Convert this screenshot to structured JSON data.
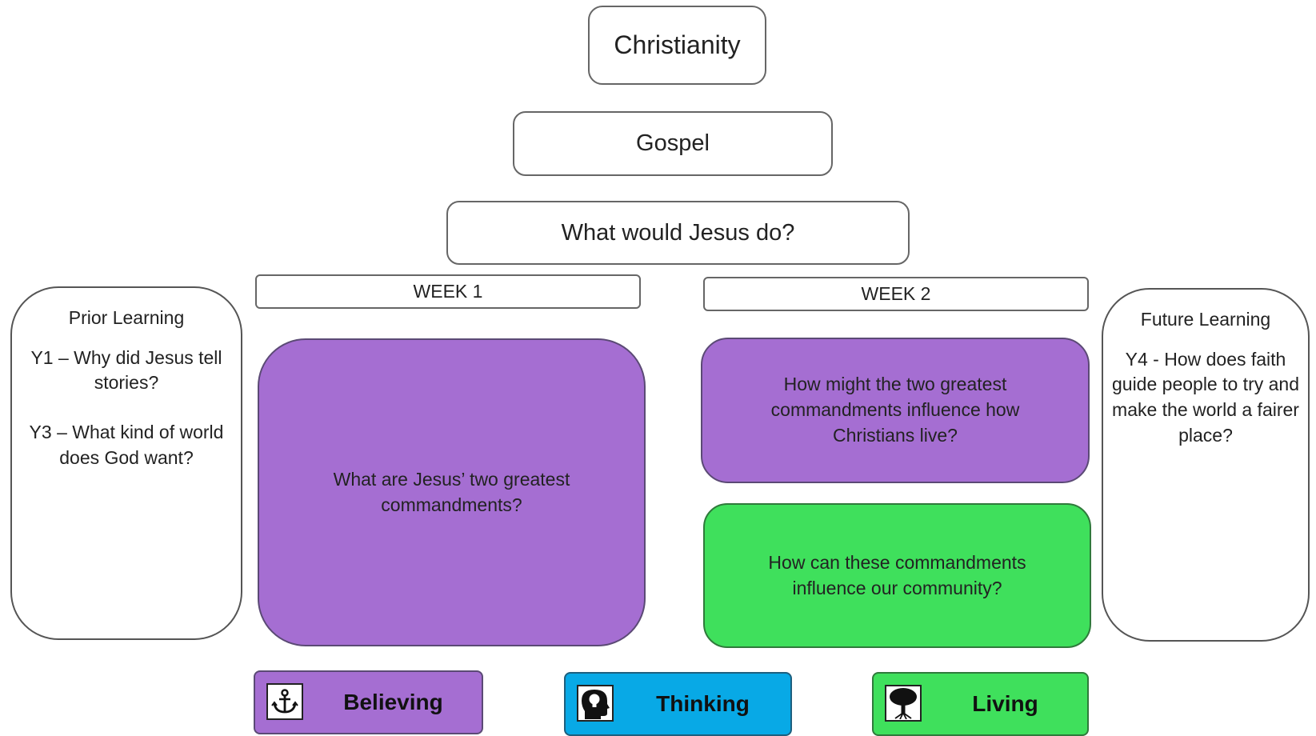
{
  "title": "Christianity",
  "concept": "Gospel",
  "question": "What would Jesus do?",
  "weeks": {
    "week1": "WEEK 1",
    "week2": "WEEK 2"
  },
  "prior": {
    "heading": "Prior Learning",
    "items": [
      "Y1 – Why did Jesus tell stories?",
      "Y3 – What kind of world does God want?"
    ]
  },
  "future": {
    "heading": "Future  Learning",
    "items": [
      "Y4 - How does faith guide people to try and make the world a fairer place?"
    ]
  },
  "lessons": {
    "week1": "What are Jesus’ two greatest commandments?",
    "week2a": "How might the two greatest commandments influence how Christians live?",
    "week2b": "How can these commandments influence our community?"
  },
  "key": {
    "believing": {
      "label": "Believing",
      "icon": "anchor-icon",
      "color": "#a56ed2"
    },
    "thinking": {
      "label": "Thinking",
      "icon": "head-lightbulb-icon",
      "color": "#08a9e6"
    },
    "living": {
      "label": "Living",
      "icon": "tree-icon",
      "color": "#3fe05c"
    }
  }
}
